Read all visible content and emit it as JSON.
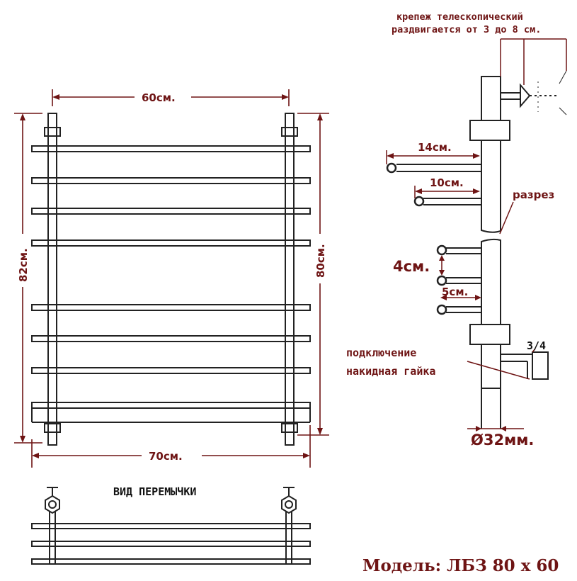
{
  "colors": {
    "dimension": "#6e1414",
    "outline": "#222222",
    "background": "#ffffff"
  },
  "front_view": {
    "width_top": "60см.",
    "width_bottom": "70см.",
    "height_left": "82см.",
    "height_right": "80см."
  },
  "side_view": {
    "bracket_note_line1": "крепеж телескопический",
    "bracket_note_line2": "раздвигается от 3 до 8 см.",
    "dim_14": "14см.",
    "dim_10": "10см.",
    "cut_label": "разрез",
    "dim_4": "4см.",
    "dim_5": "5см.",
    "thread": "3/4",
    "connection_line1": "подключение",
    "connection_line2": "накидная гайка",
    "diameter": "Ø32мм."
  },
  "bridge_view": {
    "title": "ВИД ПЕРЕМЫЧКИ"
  },
  "model": "Модель: ЛБЗ 80 х 60"
}
